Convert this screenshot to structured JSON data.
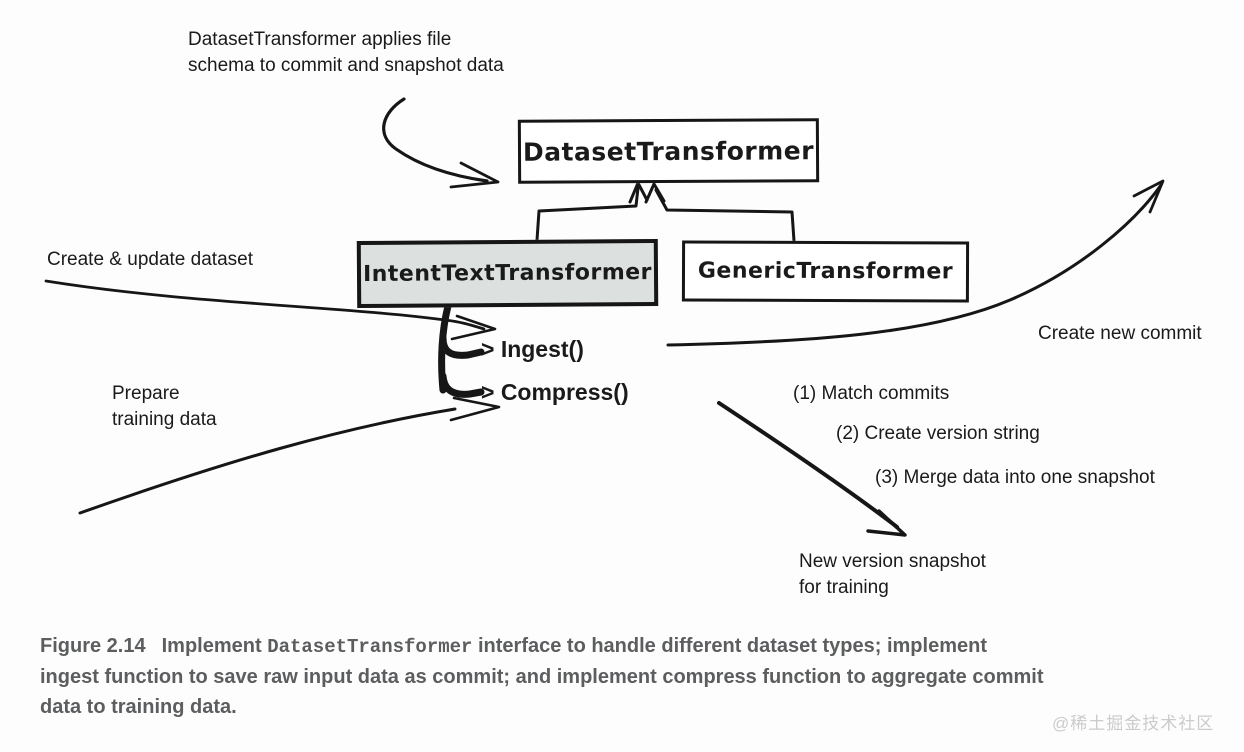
{
  "colors": {
    "background": "#fdfdfd",
    "ink": "#161616",
    "intent_box_fill": "#dce0df",
    "caption_text": "#5c5d5f",
    "watermark_text": "#cbcbcb"
  },
  "diagram": {
    "top_note": {
      "lines": [
        "DatasetTransformer applies file",
        "schema to commit and snapshot data"
      ]
    },
    "boxes": {
      "dataset_transformer": {
        "label": "DatasetTransformer"
      },
      "intent_text_transformer": {
        "label": "IntentTextTransformer"
      },
      "generic_transformer": {
        "label": "GenericTransformer"
      }
    },
    "methods": {
      "ingest": "> Ingest()",
      "compress": "> Compress()"
    },
    "labels": {
      "create_update_dataset": "Create & update dataset",
      "prepare_training": {
        "lines": [
          "Prepare",
          "training data"
        ]
      },
      "create_new_commit": "Create new commit",
      "new_version_snapshot": {
        "lines": [
          "New version snapshot",
          "for training"
        ]
      }
    },
    "steps": [
      "(1) Match commits",
      "(2) Create version string",
      "(3) Merge data into one snapshot"
    ]
  },
  "caption": {
    "figure_label": "Figure 2.14",
    "line1_pre_code": "Implement ",
    "code": "DatasetTransformer",
    "line1_post_code": " interface to handle different dataset types; implement",
    "line2": "ingest function to save raw input data as commit; and implement compress function to aggregate commit",
    "line3": "data to training data."
  },
  "watermark": "@稀土掘金技术社区"
}
